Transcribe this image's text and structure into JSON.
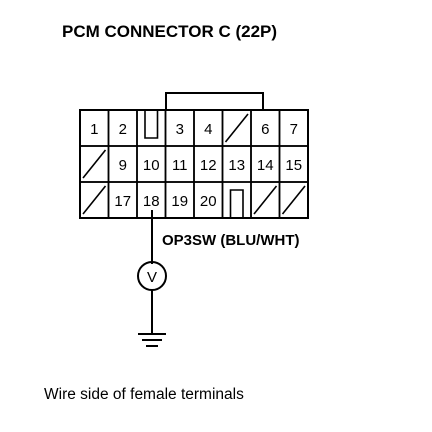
{
  "title": "PCM CONNECTOR C (22P)",
  "connector": {
    "rows": [
      [
        {
          "label": "1"
        },
        {
          "label": "2"
        },
        {
          "label": "",
          "type": "key"
        },
        {
          "label": "3"
        },
        {
          "label": "4"
        },
        {
          "label": "",
          "type": "empty"
        },
        {
          "label": "6"
        },
        {
          "label": "7"
        }
      ],
      [
        {
          "label": "",
          "type": "empty"
        },
        {
          "label": "9"
        },
        {
          "label": "10"
        },
        {
          "label": "11"
        },
        {
          "label": "12"
        },
        {
          "label": "13"
        },
        {
          "label": "14"
        },
        {
          "label": "15"
        }
      ],
      [
        {
          "label": "",
          "type": "empty"
        },
        {
          "label": "17"
        },
        {
          "label": "18"
        },
        {
          "label": "19"
        },
        {
          "label": "20"
        },
        {
          "label": "",
          "type": "key"
        },
        {
          "label": "",
          "type": "empty"
        },
        {
          "label": "",
          "type": "empty"
        }
      ]
    ]
  },
  "probe_terminal": "18",
  "wire_label": "OP3SW (BLU/WHT)",
  "meter_symbol": "V",
  "caption": "Wire side of female terminals"
}
